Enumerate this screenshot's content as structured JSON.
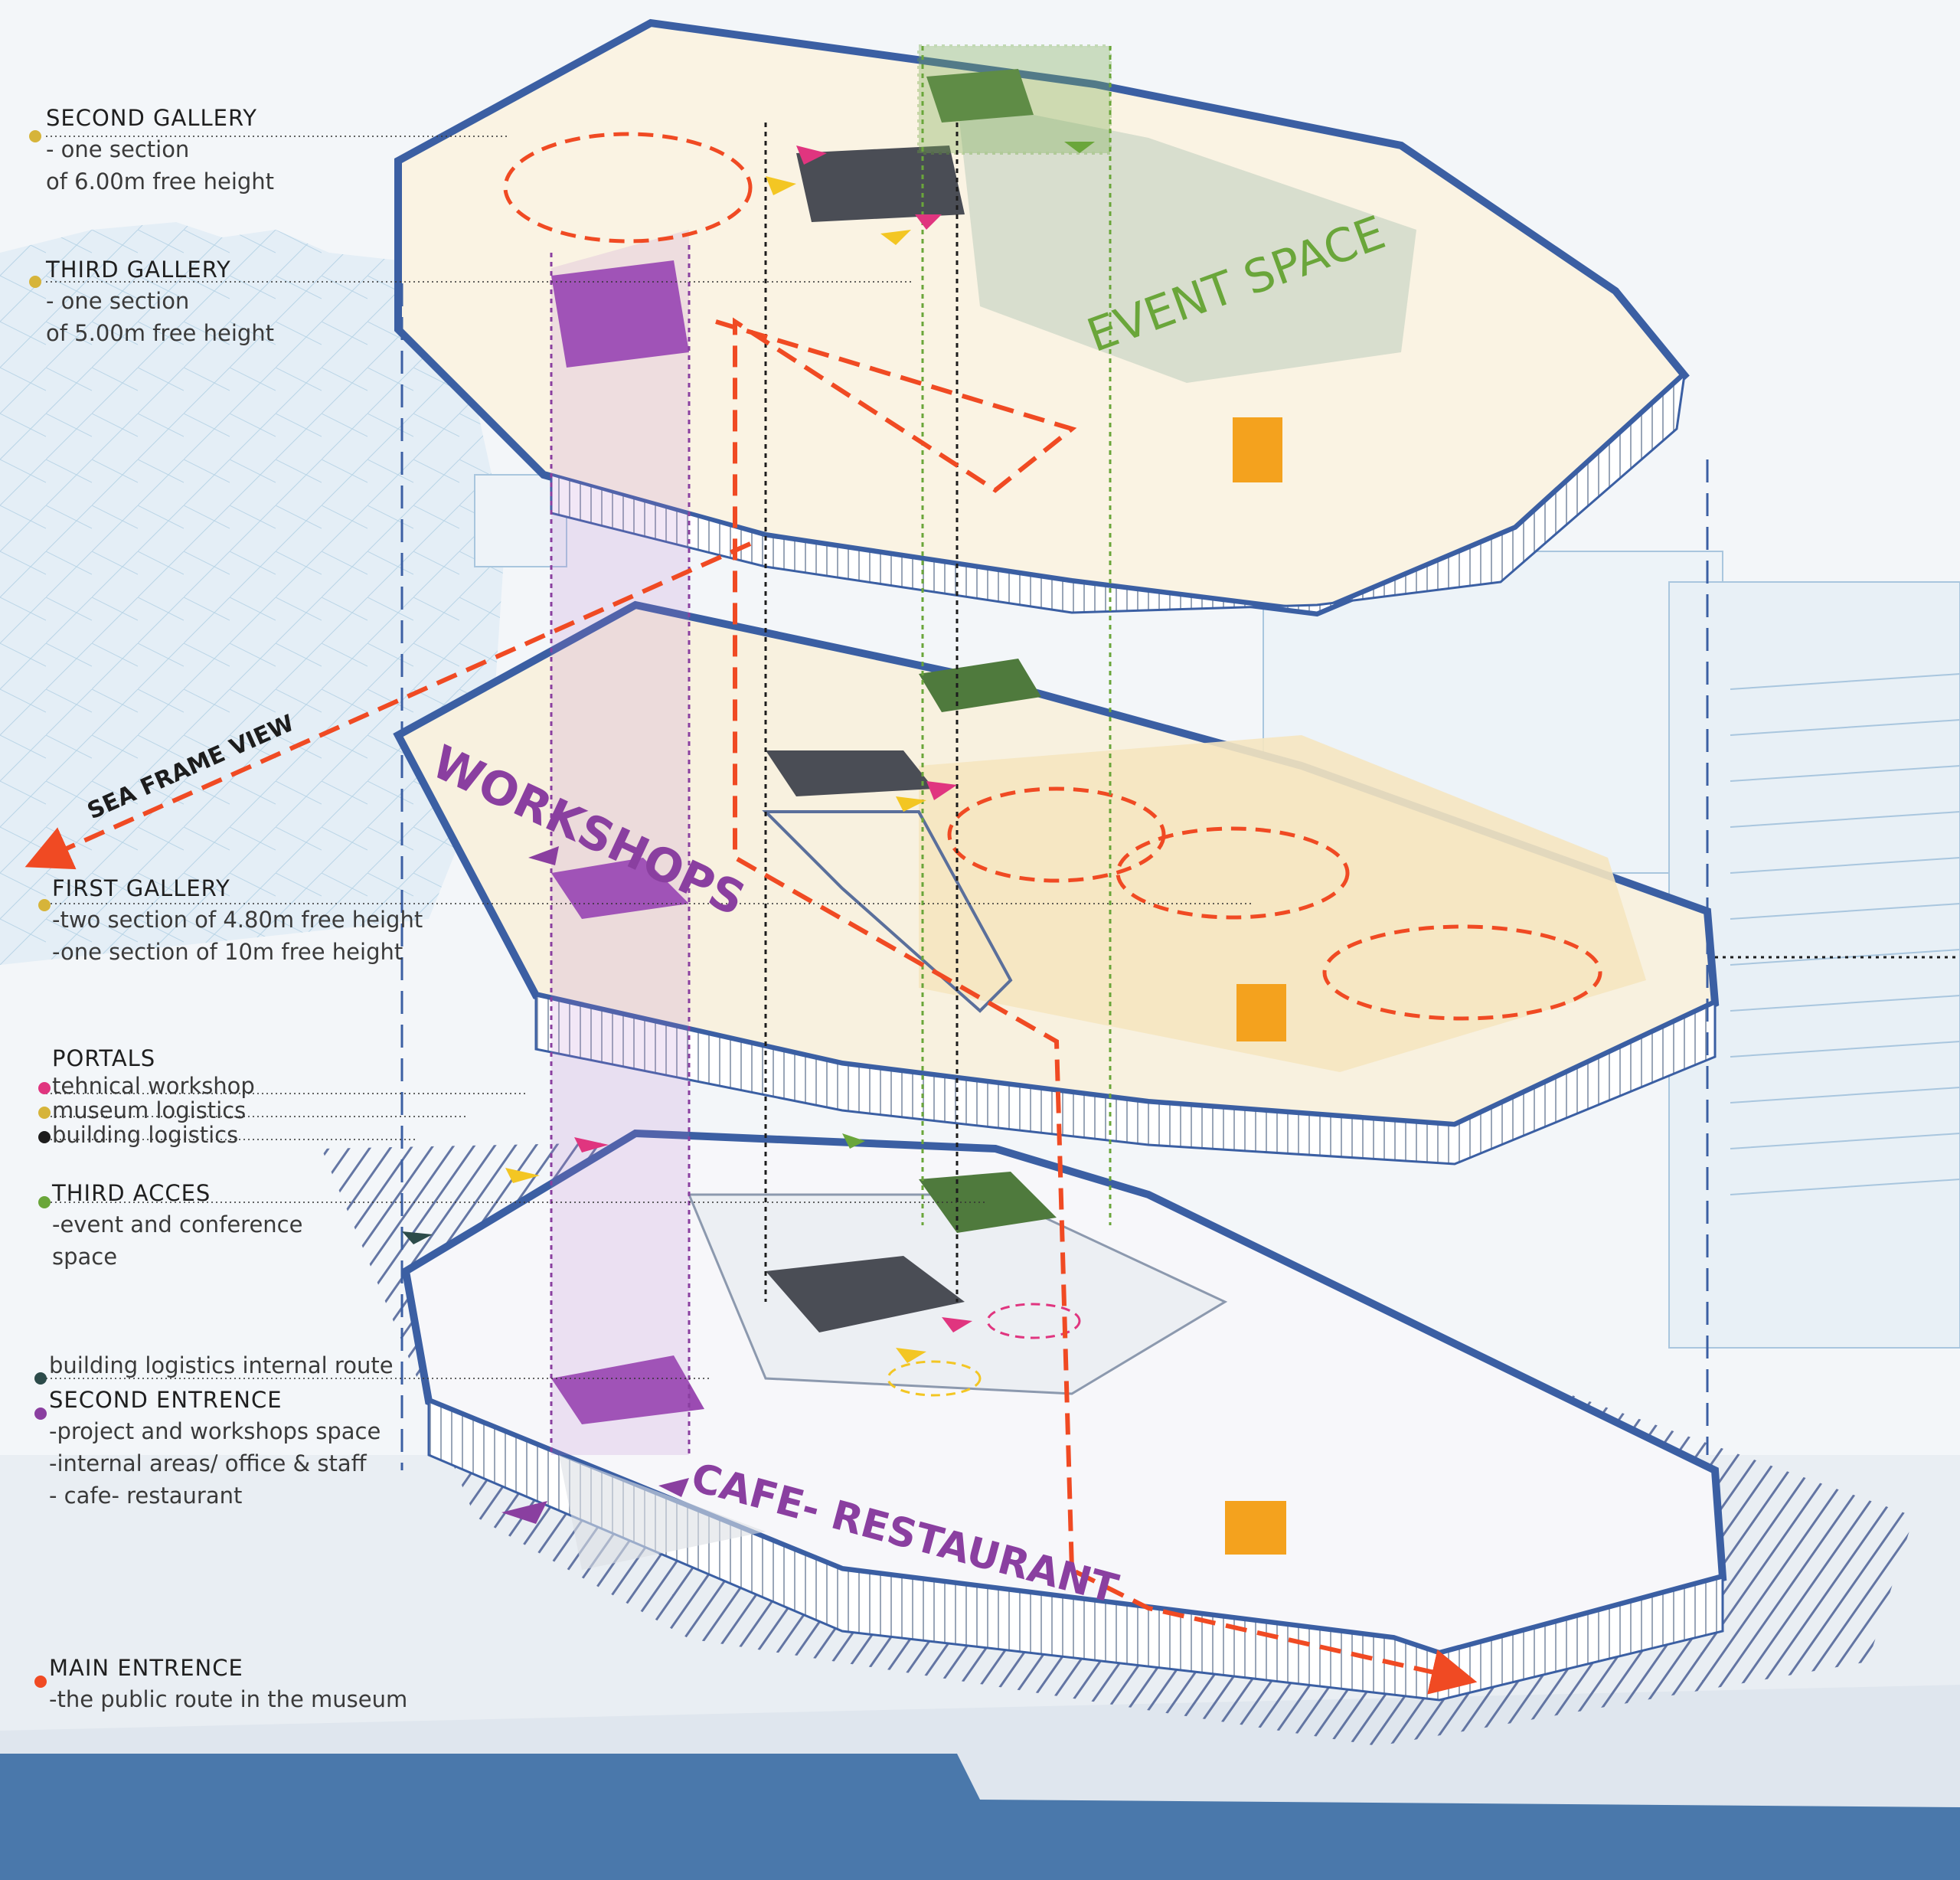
{
  "colors": {
    "gallery_yellow": "#d6b43a",
    "portal_pink": "#e0357f",
    "portal_yellow": "#f3c623",
    "logistics_black": "#1d1d1d",
    "access_green": "#6aa63a",
    "entrance_purple": "#8a3fa0",
    "logistics_teal": "#2c4b4a",
    "main_red": "#f04a23",
    "outline_blue": "#3b5fa3",
    "sea_blue": "#4a78ab"
  },
  "legend": {
    "second_gallery": {
      "title": "SECOND GALLERY",
      "lines": [
        "- one section",
        "of 6.00m free height"
      ]
    },
    "third_gallery": {
      "title": "THIRD GALLERY",
      "lines": [
        "- one section",
        "of 5.00m free height"
      ]
    },
    "first_gallery": {
      "title": "FIRST GALLERY",
      "lines": [
        "-two section of 4.80m free height",
        "-one section of 10m free height"
      ]
    },
    "portals": {
      "title": "PORTALS",
      "items": [
        "tehnical workshop",
        "museum logistics",
        "building logistics"
      ]
    },
    "third_access": {
      "title": "THIRD ACCES",
      "lines": [
        "-event and conference",
        "space"
      ]
    },
    "internal_route": {
      "title": "building logistics internal route"
    },
    "second_entrance": {
      "title": "SECOND ENTRENCE",
      "lines": [
        "-project and workshops space",
        "-internal areas/ office & staff",
        "- cafe- restaurant"
      ]
    },
    "main_entrance": {
      "title": "MAIN ENTRENCE",
      "lines": [
        "-the public route in the museum"
      ]
    }
  },
  "diagram_labels": {
    "event_space": "EVENT SPACE",
    "workshops": "WORKSHOPS",
    "cafe_restaurant": "CAFE- RESTAURANT",
    "sea_frame_view": "SEA FRAME VIEW"
  }
}
